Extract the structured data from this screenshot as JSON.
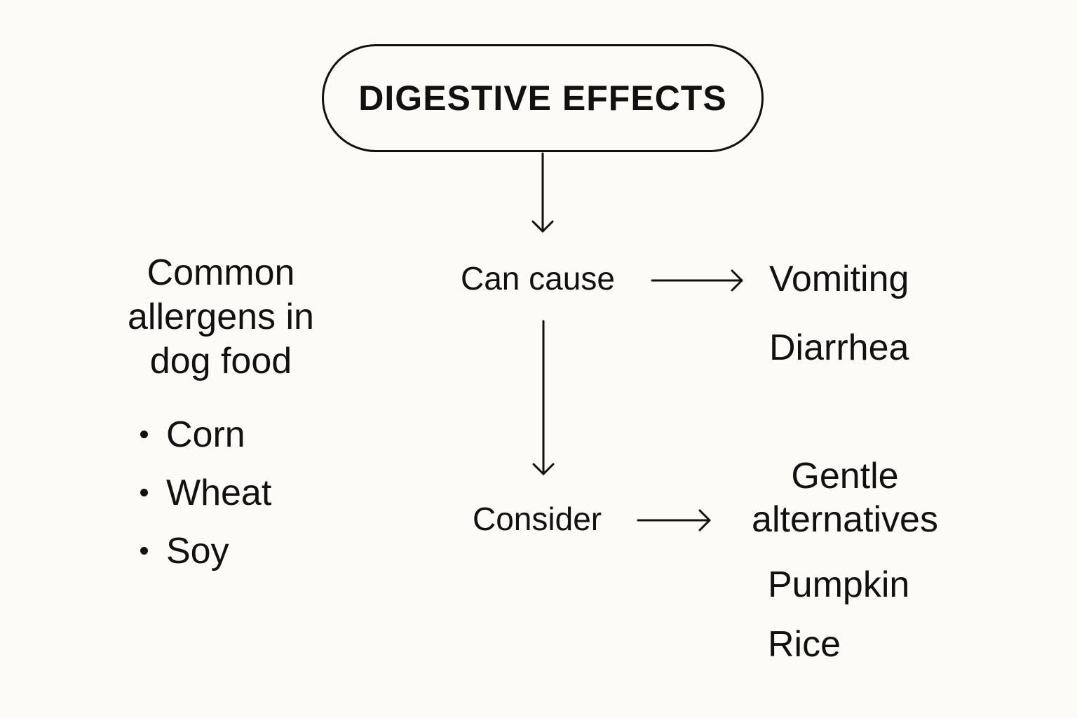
{
  "diagram": {
    "title": "DIGESTIVE EFFECTS",
    "allergens": {
      "heading_lines": [
        "Common",
        "allergens in",
        "dog food"
      ],
      "items": [
        "Corn",
        "Wheat",
        "Soy"
      ]
    },
    "can_cause": {
      "label": "Can cause",
      "results": [
        "Vomiting",
        "Diarrhea"
      ]
    },
    "consider": {
      "label": "Consider",
      "heading_lines": [
        "Gentle",
        "alternatives"
      ],
      "items": [
        "Pumpkin",
        "Rice"
      ]
    },
    "colors": {
      "background": "#fcfbf7",
      "ink": "#111111"
    }
  }
}
